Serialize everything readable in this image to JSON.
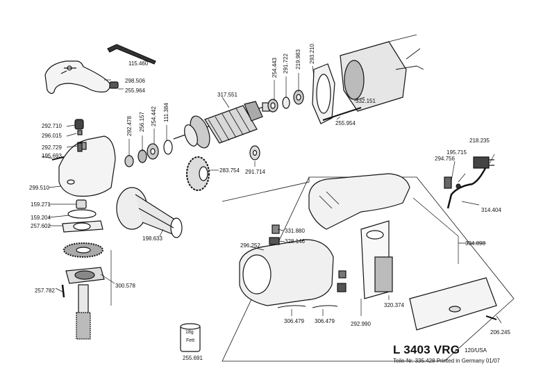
{
  "title": {
    "model": "L 3403 VRG",
    "model_suffix": "120/USA",
    "part_line": "Teile-Nr. 335.428 Printed in Germany 01/07"
  },
  "grease_can": {
    "weight": "18g",
    "label": "Fett"
  },
  "part_labels": [
    "115.460",
    "298.506",
    "255.964",
    "317.551",
    "254.443",
    "291.722",
    "219.983",
    "293.210",
    "332.151",
    "255.954",
    "292.478",
    "256.157",
    "254.442",
    "111.384",
    "292.710",
    "296.015",
    "292.729",
    "195.693",
    "283.754",
    "291.714",
    "218.235",
    "195.715",
    "294.756",
    "314.404",
    "299.510",
    "159.271",
    "159.204",
    "257.602",
    "198.633",
    "331.880",
    "328.146",
    "296.252",
    "334.898",
    "300.578",
    "257.782",
    "292.990",
    "320.374",
    "206.245",
    "306.479",
    "306.479",
    "255.691"
  ]
}
